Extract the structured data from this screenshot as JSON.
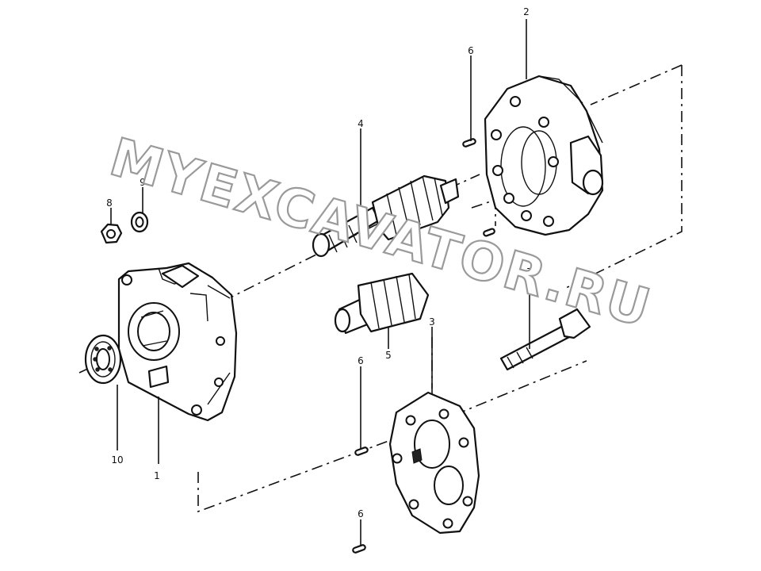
{
  "watermark": "MYEXCAVATOR.RU",
  "callouts": {
    "housing": "1",
    "rear_cover": "2",
    "wear_plate": "3",
    "drive_gear_shaft": "4",
    "driven_gear": "5",
    "dowel_pin_top": "6",
    "dowel_pin_middle": "6",
    "dowel_pin_bottom": "6",
    "bolt": "7",
    "nut": "8",
    "washer": "9",
    "bearing": "10"
  },
  "colors": {
    "line": "#111111",
    "watermark_stroke": "#9a9a9a",
    "background": "#ffffff"
  }
}
